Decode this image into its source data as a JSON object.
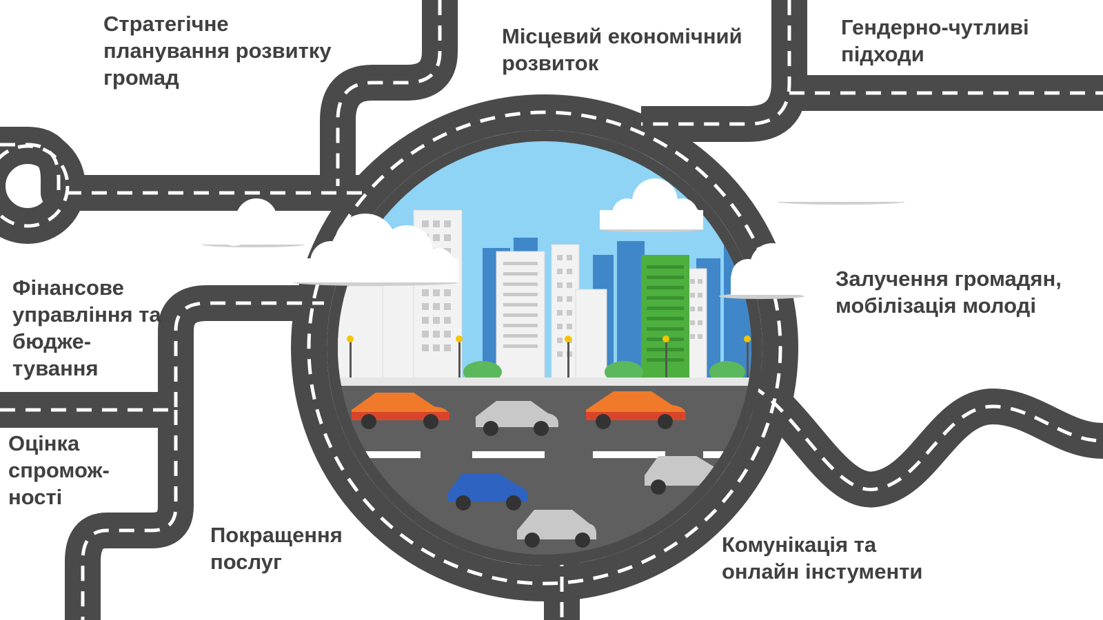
{
  "labels": {
    "strategic": [
      "Стратегічне",
      "планування розвитку",
      "громад"
    ],
    "economic": [
      "Місцевий економічний",
      "розвиток"
    ],
    "gender": [
      "Гендерно-чутливі",
      "підходи"
    ],
    "finance": [
      "Фінансове",
      "управління та",
      "бюдже-",
      "тування"
    ],
    "capacity": [
      "Оцінка",
      "спромож-",
      "ності"
    ],
    "engagement": [
      "Залучення громадян,",
      "мобілізація молоді"
    ],
    "services": [
      "Покращення",
      "послуг"
    ],
    "communication": [
      "Комунікація та",
      "онлайн інстументи"
    ]
  },
  "colors": {
    "road": "#4a4a4a",
    "lane_marking": "#ffffff",
    "sky": "#8fd3f5",
    "building_blue": "#3f87c9",
    "building_green": "#4caf3e",
    "car_orange": "#f07a2a",
    "car_red": "#d9452b",
    "car_silver": "#c8c8c8",
    "car_blue": "#2f63c2",
    "text": "#404040"
  },
  "icons": [
    "road-network-icon",
    "city-scene-icon",
    "cloud-icon",
    "car-icon",
    "street-lamp-icon"
  ]
}
